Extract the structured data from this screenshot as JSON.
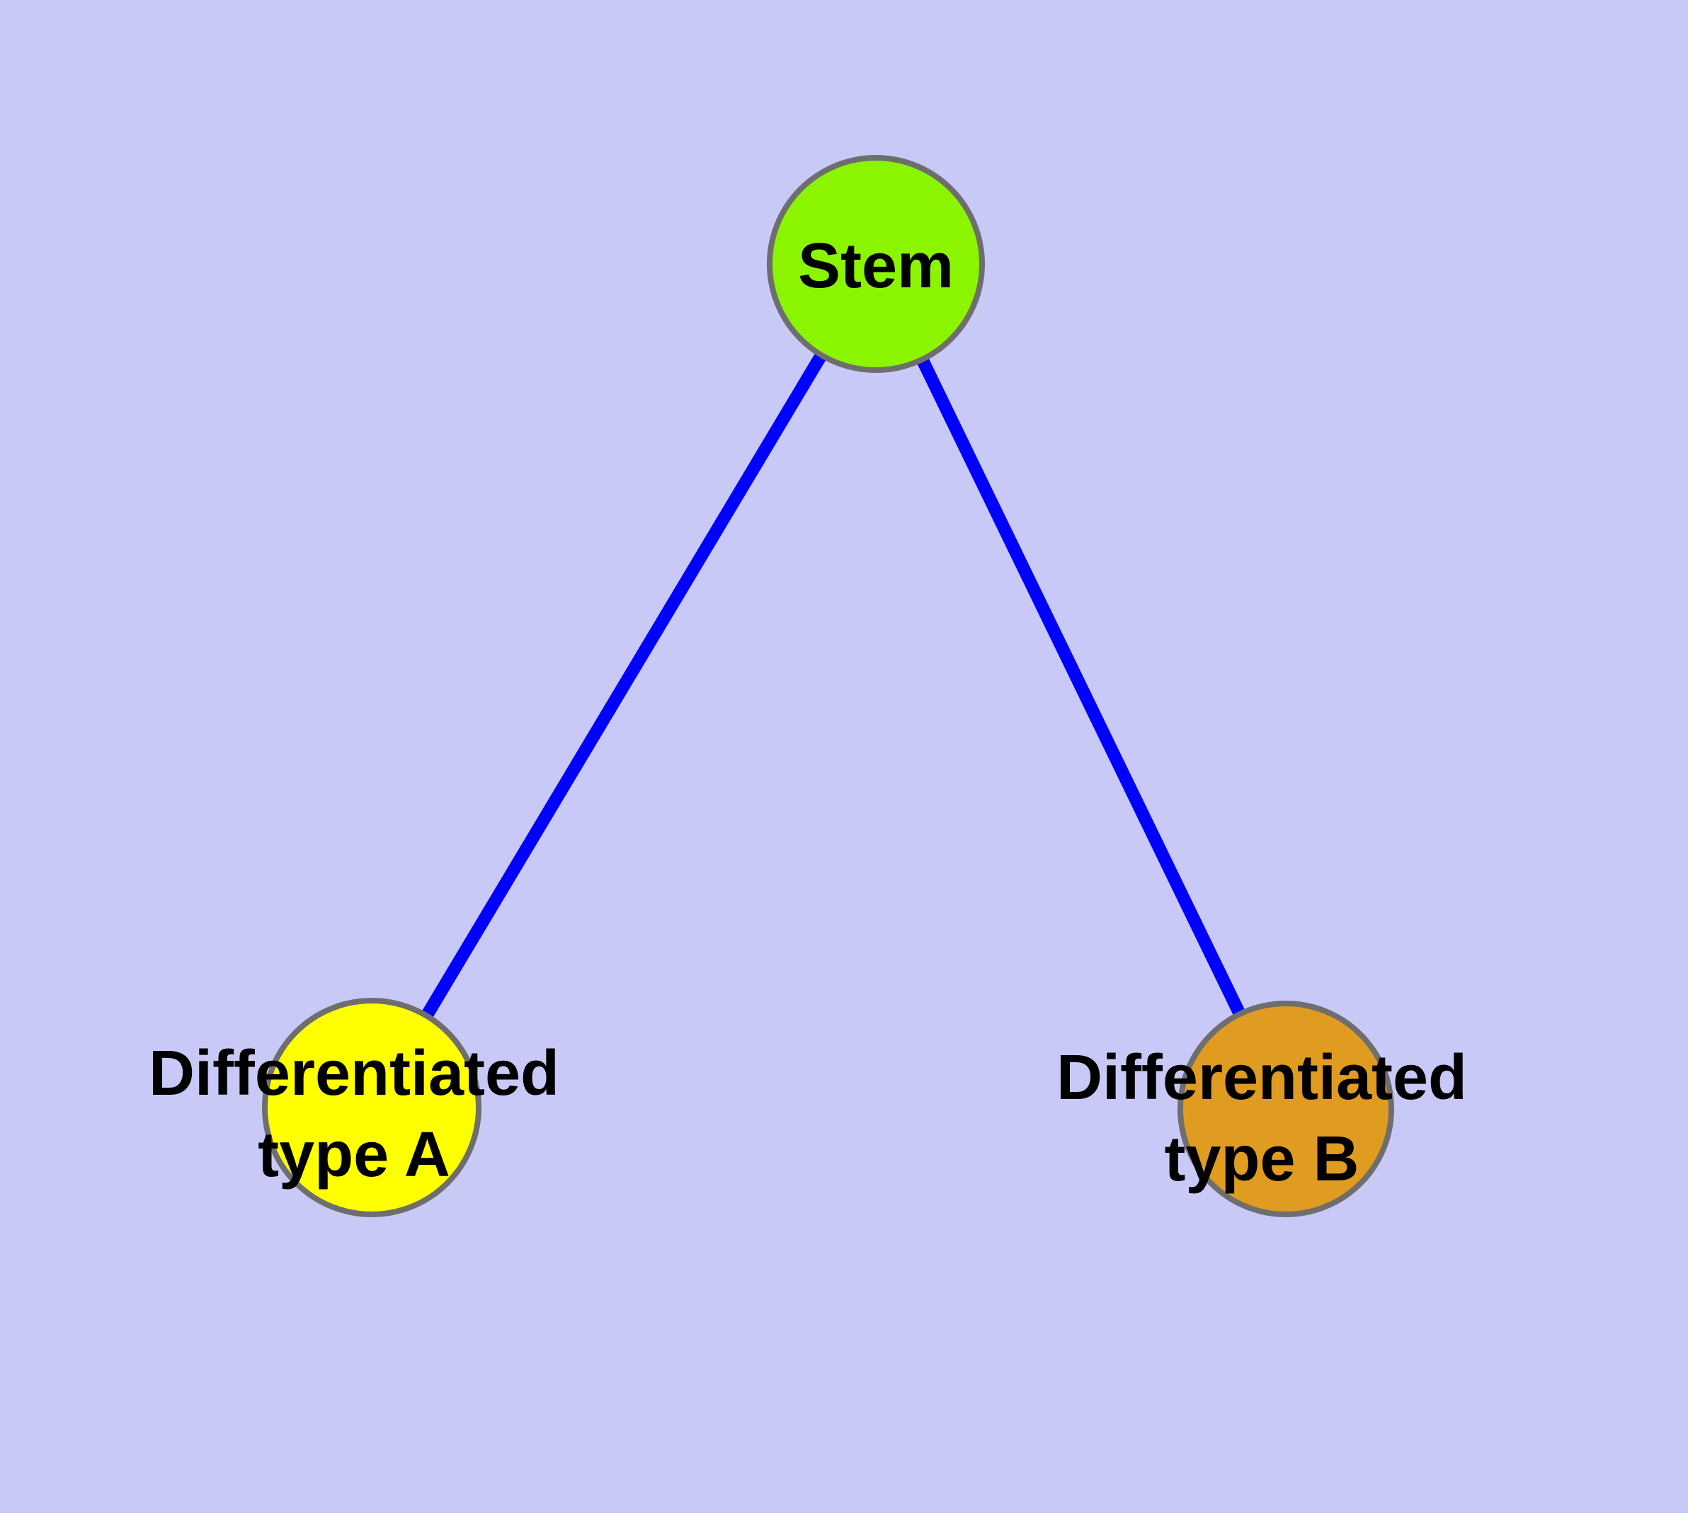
{
  "diagram": {
    "colors": {
      "background": "#C9C9F7",
      "edge": "#0000FF",
      "node_outline": "#6E6E6E",
      "label_text": "#000000"
    },
    "nodes": [
      {
        "id": "stem",
        "line1": "Stem",
        "line2": "",
        "fill": "#8BF500"
      },
      {
        "id": "type-a",
        "line1": "Differentiated",
        "line2": "type A",
        "fill": "#FFFF00"
      },
      {
        "id": "type-b",
        "line1": "Differentiated",
        "line2": "type B",
        "fill": "#E09C20"
      }
    ],
    "edges": [
      {
        "from": "stem",
        "to": "type-a"
      },
      {
        "from": "stem",
        "to": "type-b"
      }
    ]
  }
}
